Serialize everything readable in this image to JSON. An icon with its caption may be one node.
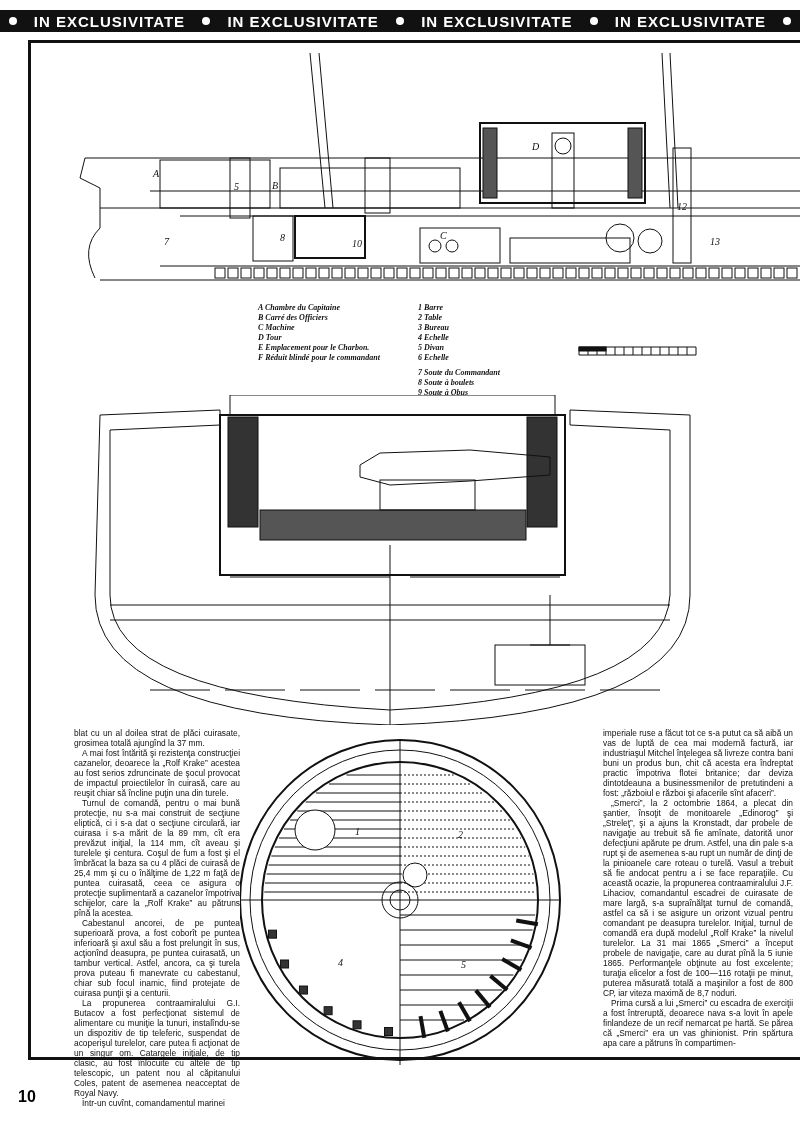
{
  "diagram": {
    "labels": [
      "IN EXCLUSIVITATE",
      "IN EXCLUSIVITATE",
      "IN EXCLUSIVITATE",
      "IN EXCLUSIVITATE",
      "A",
      "5",
      "B",
      "7",
      "8",
      "10",
      "C",
      "D",
      "12",
      "13",
      "A Chambre du Capitaine",
      "B Carré des Officiers",
      "C Machine",
      "D Tour",
      "E Emplacement pour le Charbon.",
      "F Réduit blindé pour le commandant",
      "1 Barre",
      "2 Table",
      "3 Bureau",
      "4 Echelle",
      "5 Divan",
      "6 Echelle",
      "7 Soute du Commandant",
      "8 Soute à boulets",
      "9 Soute à Obus",
      "blat cu un al doilea strat de plăci cuirasate, grosimea totală ajungînd la 37 mm.",
      "A mai fost întărită şi rezistenţa construcţiei cazanelor, deoarece la „Rolf Krake” acestea au fost serios zdruncinate de şocul provocat de impactul proiectilelor în cuirasă, care au reuşit chiar să încline puţin una din turele.",
      "Turnul de comandă, pentru o mai bună protecţie, nu s-a mai construit de secţiune eliptică, ci i s-a dat o secţiune circulară, iar cuirasa i s-a mărit de la 89 mm, cît era prevăzut iniţial, la 114 mm, cît aveau şi turelele şi centura. Coşul de fum a fost şi el îmbrăcat la baza sa cu 4 plăci de cuirasă de 25,4 mm şi cu o înălţime de 1,22 m faţă de puntea cuirasată, ceea ce asigura o protecţie suplimentară a cazanelor împotriva schijelor, care la „Rolf Krake” au pătruns pînă la acestea.",
      "Cabestanul ancorei, de pe puntea superioară prova, a fost coborît pe puntea inferioară şi axul său a fost prelungit în sus, acţionînd deasupra, pe puntea cuirasată, un tambur vertical. Astfel, ancora, ca şi turela prova puteau fi manevrate cu cabestanul, chiar sub focul inamic, fiind protejate de cuirasa punţii şi a centurii.",
      "La propunerea contraamiralului G.I. Butacov a fost perfecţionat sistemul de alimentare cu muniţie la tunuri, instalîndu-se un dispozitiv de tip teleferic, suspendat de acoperişul turelelor, care putea fi acţionat de un singur om. Catargele iniţiale, de tip clasic, au fost înlocuite cu altele de tip telescopic, un patent nou al căpitanului Coles, patent de asemenea neacceptat de Royal Navy.",
      "Într-un cuvînt, comandamentul marinei",
      "1",
      "2",
      "4",
      "5",
      "imperiale ruse a făcut tot ce s-a putut ca să aibă un vas de luptă de cea mai modernă factură, iar industriaşul Mitchel înţelegea să livreze contra bani buni un produs bun, chit că acesta era îndreptat practic împotriva flotei britanice; dar deviza dintotdeauna a businessmenilor de pretutindeni a fost: „războiul e război şi afacerile sînt afaceri”.",
      "„Smerci”, la 2 octombrie 1864, a plecat din şantier, însoţit de monitoarele „Edinorog” şi „Streleţ”, şi a ajuns la Kronstadt, dar probele de navigaţie au trebuit să fie amînate, datorită unor defecţiuni apărute pe drum. Astfel, una din pale s-a rupt şi de asemenea s-au rupt un număr de dinţi de la pinioanele care roteau o turelă. Vasul a trebuit să fie andocat pentru a i se face reparaţiile. Cu această ocazie, la propunerea contraamiralului J.F. Lihaciov, comandantul escadrei de cuirasate de mare largă, s-a supraînălţat turnul de comandă, astfel ca să i se asigure un orizont vizual pentru comandant pe deasupra turelelor. Iniţial, turnul de comandă era după modelul „Rolf Krake” la nivelul turelelor. La 31 mai 1865 „Smerci” a început probele de navigaţie, care au durat pînă la 5 iunie 1865. Performanţele obţinute au fost excelente; turaţia elicelor a fost de 100—116 rotaţii pe minut, puterea măsurată totală a maşinilor a fost de 800 CP, iar viteza maximă de 8,7 noduri.",
      "Prima cursă a lui „Smerci” cu escadra de exerciţii a fost întreruptă, deoarece nava s-a lovit în apele finlandeze de un recif nemarcat pe hartă. Se părea că „Smerci” era un vas ghinionist. Prin spărtura apa care a pătruns în compartimen-",
      "10"
    ]
  }
}
